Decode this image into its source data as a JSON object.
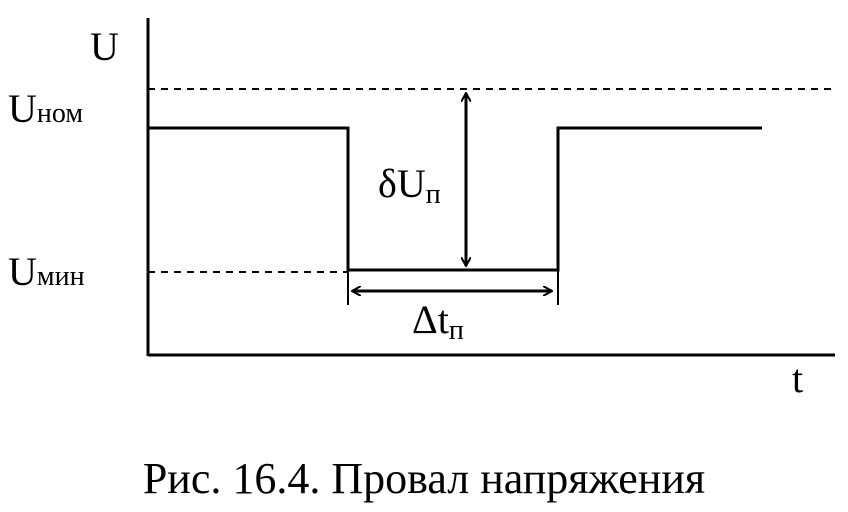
{
  "axes": {
    "y_label": "U",
    "x_label": "t"
  },
  "levels": {
    "nominal": {
      "base": "U",
      "subscript": "ном"
    },
    "minimum": {
      "base": "U",
      "subscript": "мин"
    }
  },
  "annotations": {
    "voltage_dip": {
      "base": "δU",
      "subscript": "п"
    },
    "dip_duration": {
      "base": "Δt",
      "subscript": "п"
    }
  },
  "caption": "Рис. 16.4. Провал напряжения",
  "colors": {
    "line": "#000000",
    "background": "#ffffff"
  }
}
